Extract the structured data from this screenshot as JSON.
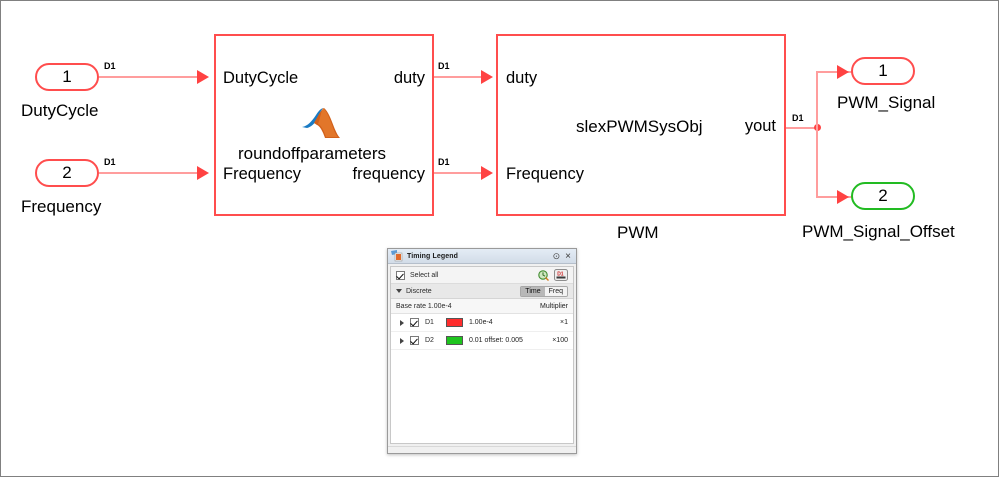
{
  "diagram": {
    "inports": [
      {
        "number": "1",
        "label": "DutyCycle",
        "signal_tag": "D1",
        "border_color": "#ff4d4d"
      },
      {
        "number": "2",
        "label": "Frequency",
        "signal_tag": "D1",
        "border_color": "#ff4d4d"
      }
    ],
    "blocks": [
      {
        "name": "roundoffparameters",
        "icon": "matlab-membrane-icon",
        "inputs": [
          "DutyCycle",
          "Frequency"
        ],
        "outputs": [
          "duty",
          "frequency"
        ],
        "border_color": "#ff4d4d"
      },
      {
        "name": "slexPWMSysObj",
        "caption": "PWM",
        "inputs": [
          "duty",
          "Frequency"
        ],
        "outputs": [
          "yout"
        ],
        "border_color": "#ff4d4d"
      }
    ],
    "signal_tags": {
      "duty_out": "D1",
      "frequency_out": "D1",
      "yout": "D1"
    },
    "outports": [
      {
        "number": "1",
        "label": "PWM_Signal",
        "border_color": "#ff4d4d"
      },
      {
        "number": "2",
        "label": "PWM_Signal_Offset",
        "border_color": "#22bb22"
      }
    ]
  },
  "timing_legend": {
    "title": "Timing Legend",
    "window_icon": "timing-legend-icon",
    "minimize_label": "⊙",
    "close_label": "×",
    "select_all_label": "Select all",
    "select_all_checked": true,
    "tool_icons": [
      "clock-annotation-icon",
      "sample-time-display-icon"
    ],
    "group": {
      "label": "Discrete",
      "expanded": true,
      "base_rate_label": "Base rate 1.00e-4",
      "multiplier_header": "Multiplier"
    },
    "units_toggle": {
      "options": [
        "Time",
        "Freq"
      ],
      "selected": "Time"
    },
    "rows": [
      {
        "id": "D1",
        "checked": true,
        "color": "#ff2d2d",
        "rate": "1.00e-4",
        "multiplier": "×1"
      },
      {
        "id": "D2",
        "checked": true,
        "color": "#1ec41e",
        "rate": "0.01 offset: 0.005",
        "multiplier": "×100"
      }
    ]
  }
}
